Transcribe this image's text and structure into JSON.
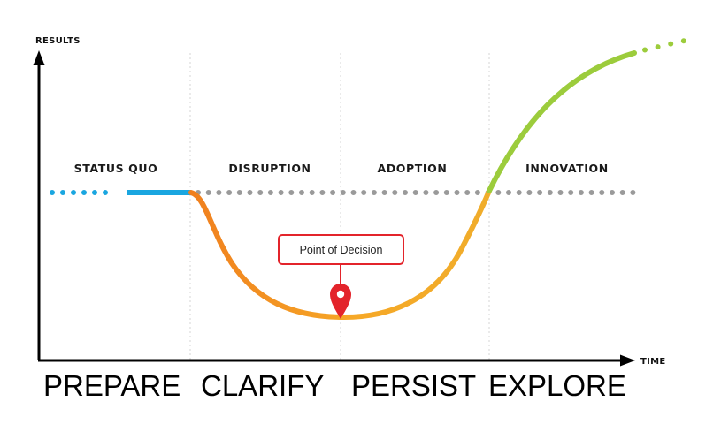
{
  "axes": {
    "y_label": "RESULTS",
    "x_label": "TIME"
  },
  "phases": [
    "STATUS QUO",
    "DISRUPTION",
    "ADOPTION",
    "INNOVATION"
  ],
  "stages": [
    "PREPARE",
    "CLARIFY",
    "PERSIST",
    "EXPLORE"
  ],
  "callout": {
    "text": "Point of Decision",
    "icon": "map-pin-icon"
  },
  "colors": {
    "status_quo": "#1aa6e0",
    "disruption": "#f07f1e",
    "adoption": "#f6a827",
    "innovation": "#9ccc3c",
    "baseline_dots": "#9a9a9a",
    "callout": "#e3242b",
    "axis": "#000000"
  }
}
